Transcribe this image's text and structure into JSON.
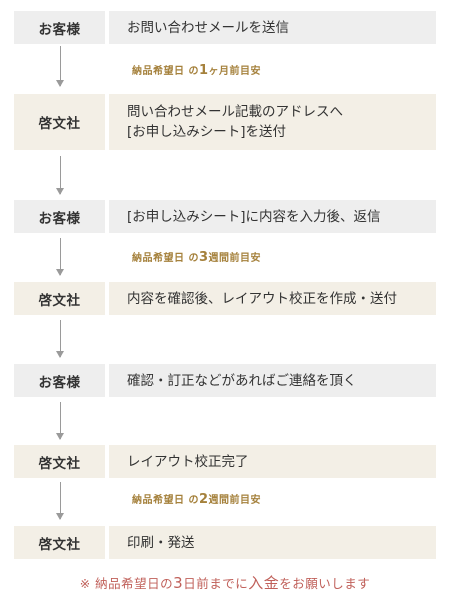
{
  "steps": [
    {
      "actor": "お客様",
      "lines": [
        "お問い合わせメールを送信"
      ]
    },
    {
      "actor": "啓文社",
      "lines": [
        "問い合わせメール記載のアドレスへ",
        "[お申し込みシート]を送付"
      ]
    },
    {
      "actor": "お客様",
      "lines": [
        "[お申し込みシート]に内容を入力後、返信"
      ]
    },
    {
      "actor": "啓文社",
      "lines": [
        "内容を確認後、レイアウト校正を作成・送付"
      ]
    },
    {
      "actor": "お客様",
      "lines": [
        "確認・訂正などがあればご連絡を頂く"
      ]
    },
    {
      "actor": "啓文社",
      "lines": [
        "レイアウト校正完了"
      ]
    },
    {
      "actor": "啓文社",
      "lines": [
        "印刷・発送"
      ]
    }
  ],
  "notes": [
    {
      "prefix": "納品希望日 の",
      "number": "1",
      "suffix": "ヶ月前目安"
    },
    {
      "prefix": "納品希望日 の",
      "number": "3",
      "suffix": "週間前目安"
    },
    {
      "prefix": "納品希望日 の",
      "number": "2",
      "suffix": "週間前目安"
    }
  ],
  "footer": {
    "part1": "※ 納品希望日の",
    "number": "3",
    "part2": "日前までに",
    "emphasis": "入金",
    "part3": "をお願いします"
  }
}
